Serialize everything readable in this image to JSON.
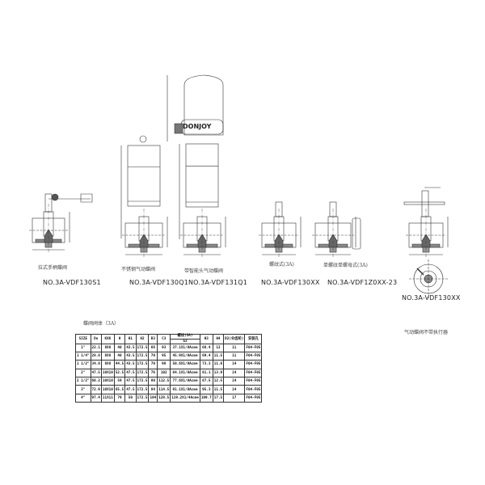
{
  "drawings": [
    {
      "label": "拉式手柄蝶阀",
      "code": "NO.3A-VDF130S1"
    },
    {
      "label": "不锈钢气动蝶阀",
      "code": "NO.3A-VDF130Q1"
    },
    {
      "label": "带智能头气动蝶阀",
      "code": "NO.3A-VDF131Q1",
      "brand": "DONJOY"
    },
    {
      "label": "螺纹式(3A)",
      "code": "NO.3A-VDF130XX"
    },
    {
      "label": "单螺纹单螺母式(3A)",
      "code": "NO.3A-VDF1Z0XX-23"
    },
    {
      "label": "气动蝶阀不带执行器",
      "code": "NO.3A-VDF130XX"
    }
  ],
  "table": {
    "title": "蝶阀阀体（3A）",
    "headers": [
      "SIZE",
      "Dn",
      "KXK",
      "H",
      "H1",
      "H2",
      "B3",
      "C3",
      "螺纹(3A)",
      "H3",
      "H4",
      "D2(伞齿轮)",
      "安装孔"
    ],
    "sub_header": "G3",
    "rows": [
      [
        "1\"",
        "22.1",
        "8X8",
        "40",
        "43.5",
        "172.5",
        "66",
        "93",
        "37.1X1/8Acme",
        "68.4",
        "13",
        "11",
        "F04-F05"
      ],
      [
        "1 1/4\"",
        "28.8",
        "8X8",
        "40",
        "43.5",
        "172.5",
        "70",
        "95",
        "45.9X1/8Acme",
        "69.4",
        "11.5",
        "11",
        "F04-F05"
      ],
      [
        "1 1/2\"",
        "34.8",
        "8X8",
        "44.5",
        "43.5",
        "172.5",
        "70",
        "98",
        "50.6X1/8Acme",
        "73.3",
        "11.6",
        "14",
        "F04-F05"
      ],
      [
        "2\"",
        "47.5",
        "10X10",
        "52.5",
        "47.5",
        "172.5",
        "76",
        "102",
        "64.1X1/8Acme",
        "81.1",
        "13.9",
        "14",
        "F04-F05"
      ],
      [
        "2 1/2\"",
        "60.2",
        "10X10",
        "59",
        "47.5",
        "172.5",
        "80",
        "112.5",
        "77.6X1/8Acme",
        "87.5",
        "12.5",
        "14",
        "F04-F05"
      ],
      [
        "3\"",
        "72.9",
        "10X10",
        "65.5",
        "47.5",
        "172.5",
        "84",
        "114.5",
        "91.1X1/8Acme",
        "95.3",
        "11.5",
        "14",
        "F04-F05"
      ],
      [
        "4\"",
        "97.4",
        "11X11",
        "79",
        "50",
        "172.5",
        "104",
        "128.5",
        "119.2X1/4Acme",
        "109.7",
        "17.5",
        "17",
        "F04-F05"
      ]
    ]
  }
}
